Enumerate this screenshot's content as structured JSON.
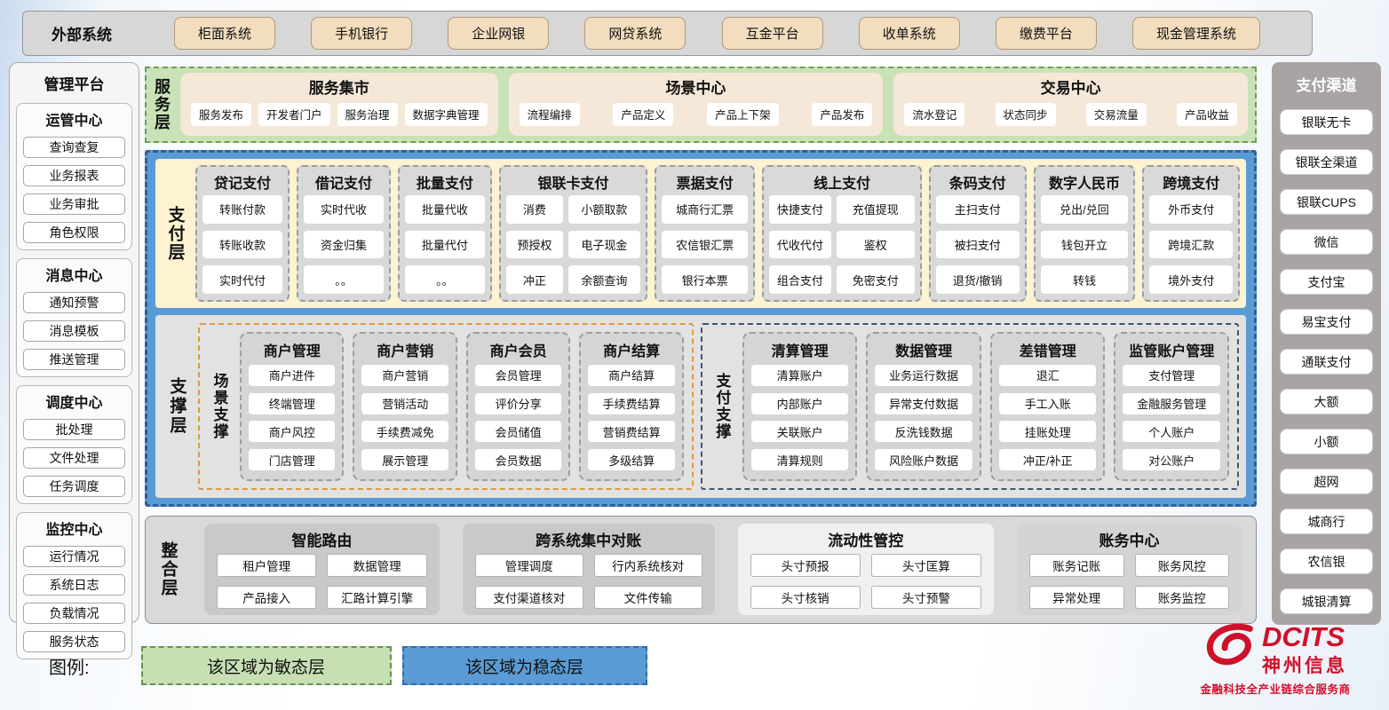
{
  "external": {
    "label": "外部系统",
    "systems": [
      "柜面系统",
      "手机银行",
      "企业网银",
      "网贷系统",
      "互金平台",
      "收单系统",
      "缴费平台",
      "现金管理系统"
    ]
  },
  "left_panel": {
    "title": "管理平台",
    "groups": [
      {
        "title": "运管中心",
        "items": [
          "查询查复",
          "业务报表",
          "业务审批",
          "角色权限"
        ]
      },
      {
        "title": "消息中心",
        "items": [
          "通知预警",
          "消息模板",
          "推送管理"
        ]
      },
      {
        "title": "调度中心",
        "items": [
          "批处理",
          "文件处理",
          "任务调度"
        ]
      },
      {
        "title": "监控中心",
        "items": [
          "运行情况",
          "系统日志",
          "负载情况",
          "服务状态"
        ]
      }
    ]
  },
  "service_layer": {
    "label": "服务层",
    "groups": [
      {
        "title": "服务集市",
        "items": [
          "服务发布",
          "开发者门户",
          "服务治理",
          "数据字典管理"
        ]
      },
      {
        "title": "场景中心",
        "items": [
          "流程编排",
          "产品定义",
          "产品上下架",
          "产品发布"
        ]
      },
      {
        "title": "交易中心",
        "items": [
          "流水登记",
          "状态同步",
          "交易流量",
          "产品收益"
        ]
      }
    ]
  },
  "payment_layer": {
    "label": "支付层",
    "groups": [
      {
        "title": "贷记支付",
        "cols": 1,
        "items": [
          "转账付款",
          "转账收款",
          "实时代付"
        ]
      },
      {
        "title": "借记支付",
        "cols": 1,
        "items": [
          "实时代收",
          "资金归集",
          "。。"
        ]
      },
      {
        "title": "批量支付",
        "cols": 1,
        "items": [
          "批量代收",
          "批量代付",
          "。。"
        ]
      },
      {
        "title": "银联卡支付",
        "cols": 2,
        "items": [
          "消费",
          "小额取款",
          "预授权",
          "电子现金",
          "冲正",
          "余额查询"
        ]
      },
      {
        "title": "票据支付",
        "cols": 1,
        "items": [
          "城商行汇票",
          "农信银汇票",
          "银行本票"
        ]
      },
      {
        "title": "线上支付",
        "cols": 2,
        "items": [
          "快捷支付",
          "充值提现",
          "代收代付",
          "鉴权",
          "组合支付",
          "免密支付"
        ]
      },
      {
        "title": "条码支付",
        "cols": 1,
        "items": [
          "主扫支付",
          "被扫支付",
          "退货/撤销"
        ]
      },
      {
        "title": "数字人民币",
        "cols": 1,
        "items": [
          "兑出/兑回",
          "钱包开立",
          "转钱"
        ]
      },
      {
        "title": "跨境支付",
        "cols": 1,
        "items": [
          "外币支付",
          "跨境汇款",
          "境外支付"
        ]
      }
    ]
  },
  "support_layer": {
    "label": "支撑层",
    "sections": [
      {
        "label": "场景支撑",
        "accent": "#e0993c",
        "groups": [
          {
            "title": "商户管理",
            "items": [
              "商户进件",
              "终端管理",
              "商户风控",
              "门店管理"
            ]
          },
          {
            "title": "商户营销",
            "items": [
              "商户营销",
              "营销活动",
              "手续费减免",
              "展示管理"
            ]
          },
          {
            "title": "商户会员",
            "items": [
              "会员管理",
              "评价分享",
              "会员储值",
              "会员数据"
            ]
          },
          {
            "title": "商户结算",
            "items": [
              "商户结算",
              "手续费结算",
              "营销费结算",
              "多级结算"
            ]
          }
        ]
      },
      {
        "label": "支付支撑",
        "accent": "#44546a",
        "groups": [
          {
            "title": "清算管理",
            "items": [
              "清算账户",
              "内部账户",
              "关联账户",
              "清算规则"
            ]
          },
          {
            "title": "数据管理",
            "items": [
              "业务运行数据",
              "异常支付数据",
              "反洗钱数据",
              "风险账户数据"
            ]
          },
          {
            "title": "差错管理",
            "items": [
              "退汇",
              "手工入账",
              "挂账处理",
              "冲正/补正"
            ]
          },
          {
            "title": "监管账户管理",
            "items": [
              "支付管理",
              "金融服务管理",
              "个人账户",
              "对公账户"
            ]
          }
        ]
      }
    ]
  },
  "integration_layer": {
    "label": "整合层",
    "groups": [
      {
        "title": "智能路由",
        "items": [
          "租户管理",
          "数据管理",
          "产品接入",
          "汇路计算引擎"
        ]
      },
      {
        "title": "跨系统集中对账",
        "items": [
          "管理调度",
          "行内系统核对",
          "支付渠道核对",
          "文件传输"
        ]
      },
      {
        "title": "流动性管控",
        "items": [
          "头寸预报",
          "头寸匡算",
          "头寸核销",
          "头寸预警"
        ]
      },
      {
        "title": "账务中心",
        "items": [
          "账务记账",
          "账务风控",
          "异常处理",
          "账务监控"
        ]
      }
    ]
  },
  "right_panel": {
    "title": "支付渠道",
    "channels": [
      "银联无卡",
      "银联全渠道",
      "银联CUPS",
      "微信",
      "支付宝",
      "易宝支付",
      "通联支付",
      "大额",
      "小额",
      "超网",
      "城商行",
      "农信银",
      "城银清算"
    ]
  },
  "legend": {
    "label": "图例:",
    "agile": "该区域为敏态层",
    "stable": "该区域为稳态层"
  },
  "logo": {
    "name": "DCITS",
    "company": "神州信息",
    "tagline": "金融科技全产业链综合服务商"
  },
  "colors": {
    "agile_green": "#c6e0b4",
    "stable_blue": "#5b9bd5",
    "external_tan": "#f2ddbe",
    "service_tan": "#f5e8d8",
    "payment_cream": "#fdf3d0",
    "scene_accent": "#e0993c",
    "payment_support_accent": "#44546a",
    "logo_red": "#d0112b",
    "integration_group_bgs": [
      "#c9c9c9",
      "#c9c9c9",
      "#f0f0f0",
      "#d4d4d4"
    ]
  }
}
